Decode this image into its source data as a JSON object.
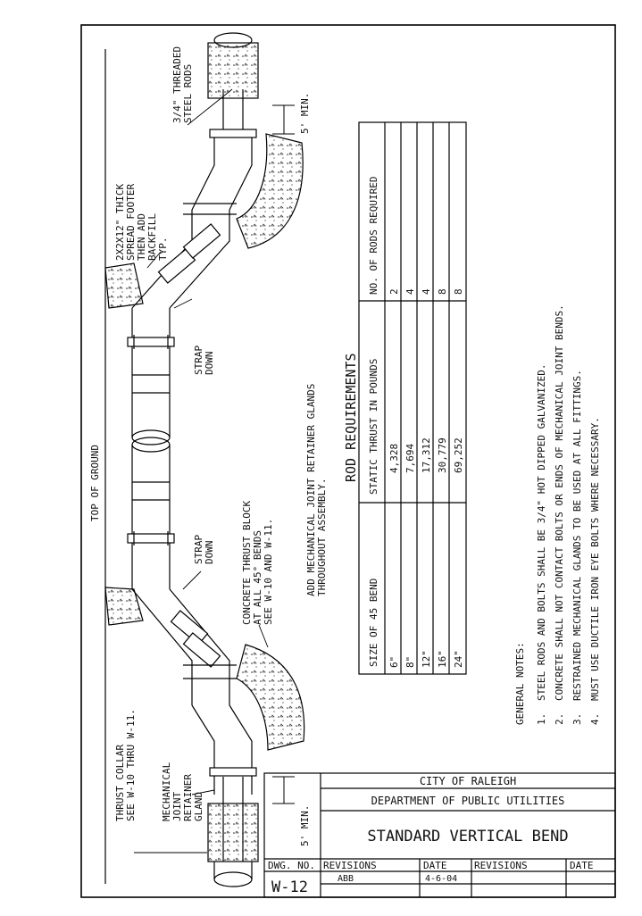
{
  "drawing": {
    "top_of_ground": "TOP OF GROUND",
    "annotations": {
      "thrust_collar": [
        "THRUST COLLAR",
        "SEE W-10 THRU W-11."
      ],
      "mech_joint": [
        "MECHANICAL",
        "JOINT",
        "RETAINER",
        "GLAND"
      ],
      "min_left": "5' MIN.",
      "min_right": "5' MIN.",
      "strap_left": [
        "STRAP",
        "DOWN"
      ],
      "strap_right": [
        "STRAP",
        "DOWN"
      ],
      "concrete_block": [
        "CONCRETE THRUST BLOCK",
        "AT ALL 45° BENDS",
        "SEE W-10 AND W-11."
      ],
      "add_mech": [
        "ADD MECHANICAL JOINT RETAINER GLANDS",
        "THROUGHOUT ASSEMBLY."
      ],
      "spread_footer": [
        "2X2X12\" THICK",
        "SPREAD FOOTER",
        "THEN ADD",
        "BACKFILL",
        "TYP."
      ],
      "threaded_rods": [
        "3/4\" THREADED",
        "STEEL RODS"
      ]
    }
  },
  "rod_requirements": {
    "title": "ROD REQUIREMENTS",
    "headers": [
      "SIZE OF 45 BEND",
      "STATIC THRUST IN POUNDS",
      "NO. OF RODS REQUIRED"
    ],
    "rows": [
      [
        "6\"",
        "4,328",
        "2"
      ],
      [
        "8\"",
        "7,694",
        "4"
      ],
      [
        "12\"",
        "17,312",
        "4"
      ],
      [
        "16\"",
        "30,779",
        "8"
      ],
      [
        "24\"",
        "69,252",
        "8"
      ]
    ]
  },
  "general_notes": {
    "title": "GENERAL NOTES:",
    "items": [
      {
        "num": "1.",
        "text": "STEEL RODS AND BOLTS SHALL BE 3/4\" HOT DIPPED GALVANIZED."
      },
      {
        "num": "2.",
        "text": "CONCRETE SHALL NOT CONTACT BOLTS OR ENDS OF MECHANICAL JOINT BENDS."
      },
      {
        "num": "3.",
        "text": "RESTRAINED MECHANICAL GLANDS TO BE USED AT ALL FITTINGS."
      },
      {
        "num": "4.",
        "text": "MUST USE DUCTILE IRON EYE BOLTS WHERE NECESSARY."
      }
    ]
  },
  "title_block": {
    "city": "CITY OF RALEIGH",
    "department": "DEPARTMENT OF PUBLIC UTILITIES",
    "drawing_title": "STANDARD VERTICAL BEND",
    "dwg_no_label": "DWG. NO.",
    "dwg_no": "W-12",
    "revisions_label": "REVISIONS",
    "date_label": "DATE",
    "revisions_label_2": "REVISIONS",
    "date_label_2": "DATE",
    "rev_entry": "ABB",
    "rev_date": "4-6-04"
  }
}
